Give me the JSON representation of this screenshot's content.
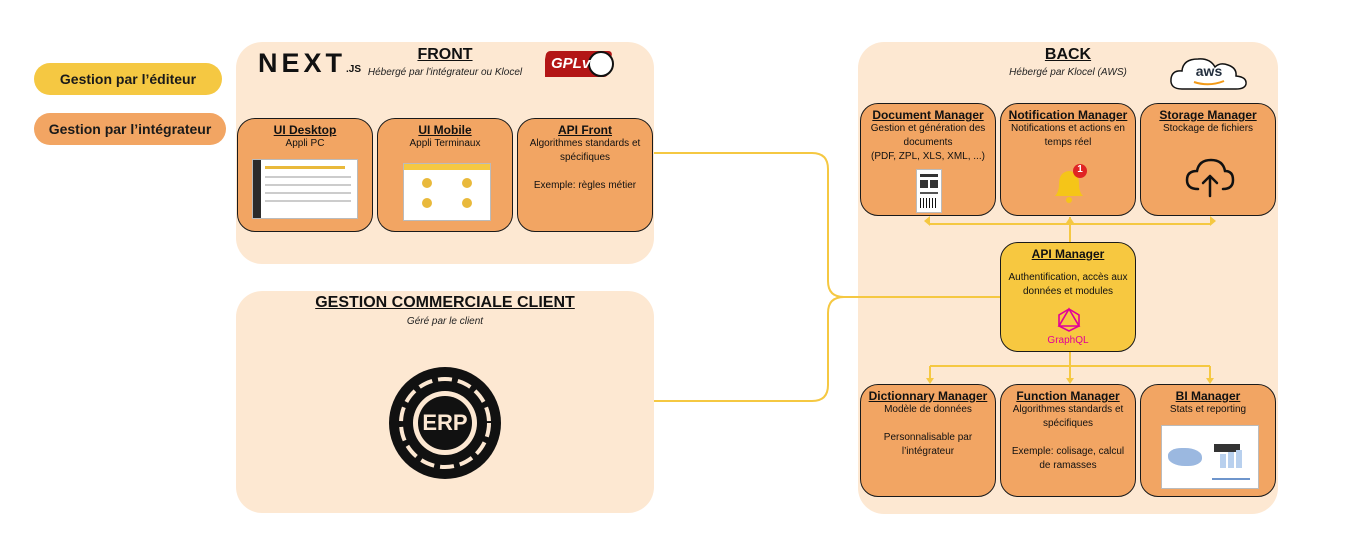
{
  "legend": {
    "editor": "Gestion par l’éditeur",
    "integrator": "Gestion par l’intégrateur",
    "editor_color": "#f5c842",
    "integrator_color": "#f2a563"
  },
  "front": {
    "title": "FRONT",
    "subtitle": "Hébergé par l'intégrateur ou Klocel",
    "next_logo": "NEXT",
    "next_suffix": ".JS",
    "gpl_logo": "GPLv3",
    "cards": [
      {
        "title": "UI Desktop",
        "desc": "Appli PC"
      },
      {
        "title": "UI Mobile",
        "desc": "Appli Terminaux"
      },
      {
        "title": "API Front",
        "desc": "Algorithmes standards et spécifiques\n\nExemple: règles métier"
      }
    ]
  },
  "commerciale": {
    "title": "GESTION COMMERCIALE CLIENT",
    "subtitle": "Géré par le client",
    "erp_label": "ERP"
  },
  "back": {
    "title": "BACK",
    "subtitle": "Hébergé par Klocel (AWS)",
    "aws_label": "aws",
    "top_cards": [
      {
        "title": "Document Manager",
        "desc": "Gestion et génération des documents\n(PDF, ZPL, XLS, XML, ...)"
      },
      {
        "title": "Notification Manager",
        "desc": "Notifications et actions en temps réel"
      },
      {
        "title": "Storage Manager",
        "desc": "Stockage de fichiers"
      }
    ],
    "api": {
      "title": "API Manager",
      "desc": "Authentification, accès aux données et modules",
      "graphql": "GraphQL"
    },
    "bottom_cards": [
      {
        "title": "Dictionnary Manager",
        "desc": "Modèle de données\n\nPersonnalisable par l’intégrateur"
      },
      {
        "title": "Function Manager",
        "desc": "Algorithmes standards et spécifiques\n\nExemple: colisage, calcul de ramasses"
      },
      {
        "title": "BI Manager",
        "desc": "Stats et reporting"
      }
    ],
    "notification_count": "1"
  },
  "colors": {
    "panel": "#fde8d2",
    "card_orange": "#f2a563",
    "card_yellow": "#f7c840",
    "connector": "#f5c842",
    "graphql_pink": "#e10098"
  }
}
